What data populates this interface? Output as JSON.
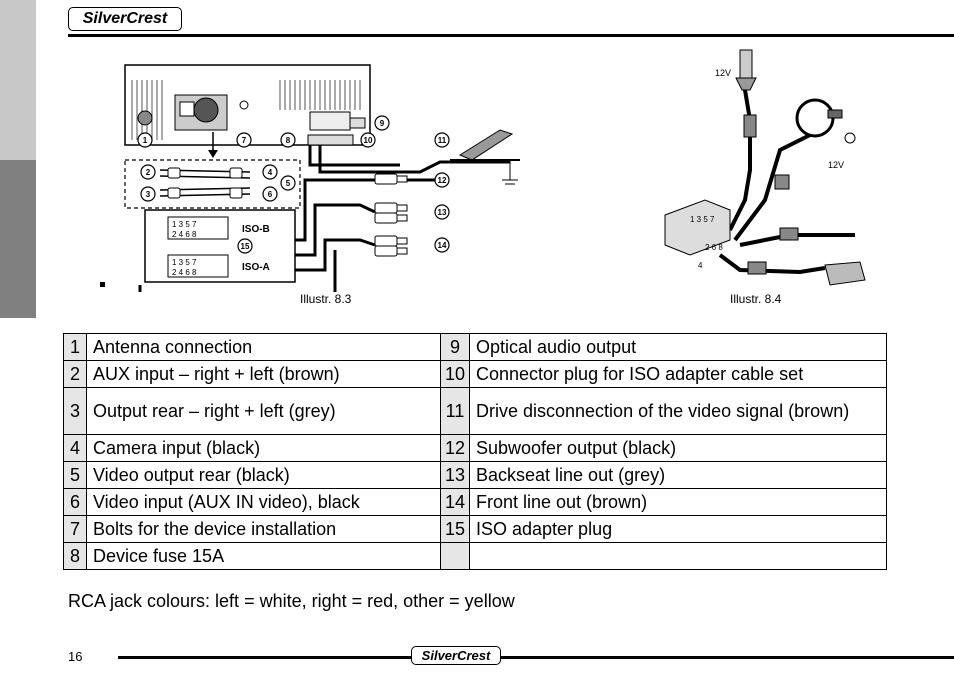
{
  "header": {
    "brand": "SilverCrest"
  },
  "figures": {
    "fig83": {
      "caption": "Illustr. 8.3",
      "callouts": [
        "1",
        "2",
        "3",
        "4",
        "5",
        "6",
        "7",
        "8",
        "9",
        "10",
        "11",
        "12",
        "13",
        "14",
        "15"
      ],
      "iso_b_label": "ISO-B",
      "iso_a_label": "ISO-A",
      "pin_row_1": "1 3 5 7",
      "pin_row_2": "2 4 6 8"
    },
    "fig84": {
      "caption": "Illustr. 8.4",
      "voltage_1": "12V",
      "voltage_2": "12V",
      "pins_top": "1 3 5 7",
      "pins_bottom": "2 6 8",
      "pin_4": "4"
    }
  },
  "legend": {
    "rows": [
      {
        "n1": "1",
        "d1": "Antenna connection",
        "n2": "9",
        "d2": "Optical audio output"
      },
      {
        "n1": "2",
        "d1": "AUX input – right + left (brown)",
        "n2": "10",
        "d2": "Connector plug for ISO adapter cable set"
      },
      {
        "n1": "3",
        "d1": "Output rear – right + left (grey)",
        "n2": "11",
        "d2": "Drive disconnection of the video signal (brown)"
      },
      {
        "n1": "4",
        "d1": "Camera input (black)",
        "n2": "12",
        "d2": "Subwoofer output (black)"
      },
      {
        "n1": "5",
        "d1": "Video output rear (black)",
        "n2": "13",
        "d2": "Backseat line out (grey)"
      },
      {
        "n1": "6",
        "d1": "Video input (AUX IN video), black",
        "n2": "14",
        "d2": "Front line out (brown)"
      },
      {
        "n1": "7",
        "d1": "Bolts for the device installation",
        "n2": "15",
        "d2": "ISO adapter plug"
      },
      {
        "n1": "8",
        "d1": "Device fuse 15A",
        "n2": "",
        "d2": ""
      }
    ]
  },
  "note": "RCA jack colours: left = white, right = red, other = yellow",
  "footer": {
    "page_number": "16",
    "brand": "SilverCrest"
  }
}
